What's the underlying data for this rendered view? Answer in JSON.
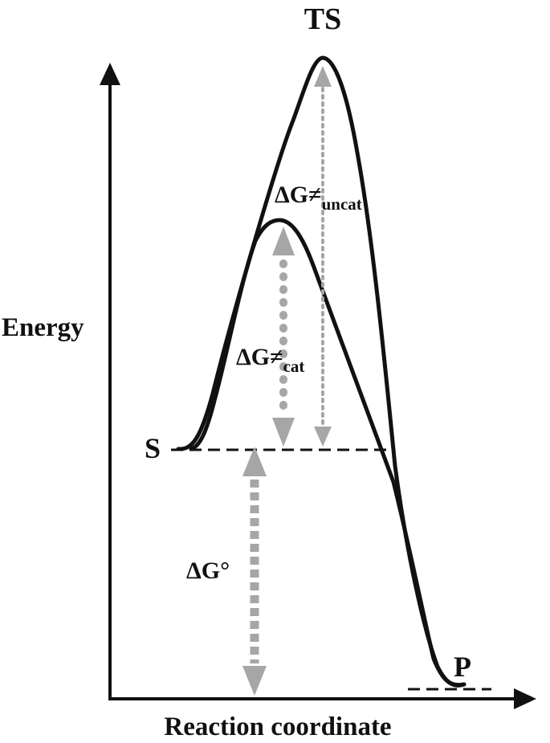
{
  "labels": {
    "ts": "TS",
    "s": "S",
    "p": "P",
    "y_axis": "Energy",
    "x_axis": "Reaction coordinate",
    "dg_uncat_main": "ΔG≠",
    "dg_uncat_sub": "uncat",
    "dg_cat_main": "ΔG≠",
    "dg_cat_sub": "cat",
    "dg_standard": "ΔG°"
  },
  "colors": {
    "curve": "#111111",
    "arrow": "#a6a6a6",
    "axis": "#111111"
  },
  "curves": [
    "uncatalyzed pathway",
    "catalyzed pathway"
  ],
  "arrow_icons": [
    "dg-uncat-arrow",
    "dg-cat-arrow",
    "dg-standard-arrow"
  ]
}
